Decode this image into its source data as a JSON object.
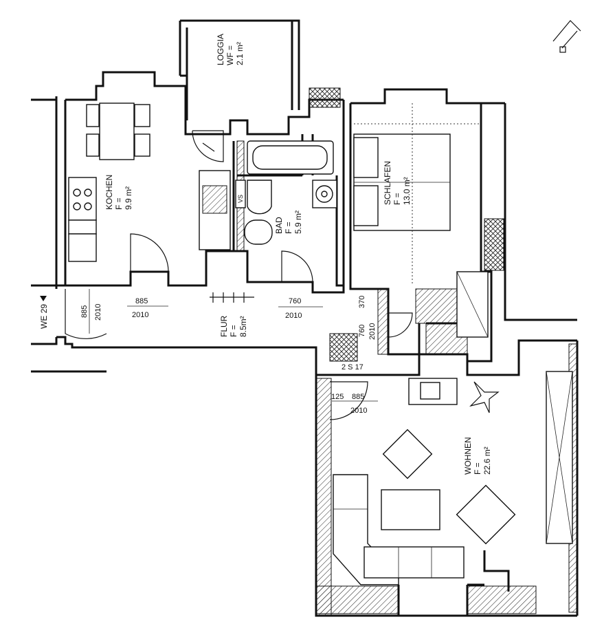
{
  "rooms": {
    "loggia": {
      "name": "LOGGIA",
      "area_label": "WF =",
      "area": "2.1 m²"
    },
    "kochen": {
      "name": "KOCHEN",
      "area_label": "F =",
      "area": "9.9 m²"
    },
    "bad": {
      "name": "BAD",
      "area_label": "F =",
      "area": "5.9 m²"
    },
    "schlafen": {
      "name": "SCHLAFEN",
      "area_label": "F =",
      "area": "13.0 m²"
    },
    "flur": {
      "name": "FLUR",
      "area_label": "F =",
      "area": "8.5m²"
    },
    "wohnen": {
      "name": "WOHNEN",
      "area_label": "F =",
      "area": "22.6 m²"
    }
  },
  "unit_label": "WE 29",
  "fixture_label": "VS",
  "stair_label": "2 S 17",
  "dimensions": {
    "entry_w": "885",
    "entry_h": "2010",
    "kochen_w": "885",
    "kochen_h": "2010",
    "bad_w": "760",
    "bad_h": "2010",
    "schlafen_a": "370",
    "schlafen_b": "760",
    "schlafen_h": "2010",
    "wohnen_a": "125",
    "wohnen_w": "885",
    "wohnen_h": "2010"
  }
}
